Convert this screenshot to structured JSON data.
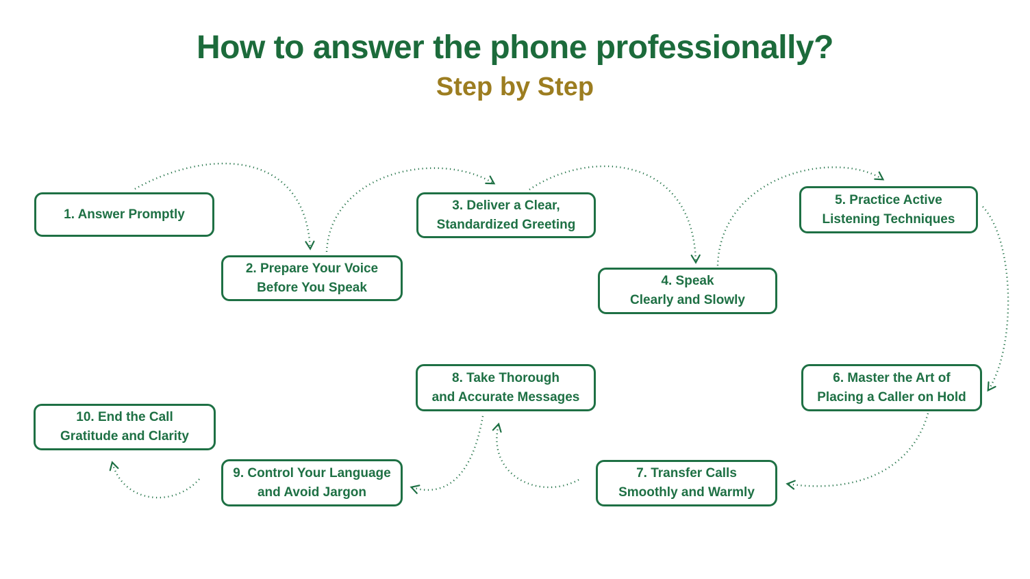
{
  "title": "How to answer the phone professionally?",
  "subtitle": "Step by Step",
  "colors": {
    "title_green": "#1c6b3b",
    "box_green": "#1e7044",
    "subtitle_gold": "#9c7d20",
    "background": "#ffffff"
  },
  "steps": [
    {
      "line1": "1. Answer Promptly",
      "line2": ""
    },
    {
      "line1": "2. Prepare Your Voice",
      "line2": "Before You Speak"
    },
    {
      "line1": "3. Deliver a Clear,",
      "line2": "Standardized Greeting"
    },
    {
      "line1": "4. Speak",
      "line2": "Clearly and Slowly"
    },
    {
      "line1": "5. Practice Active",
      "line2": "Listening Techniques"
    },
    {
      "line1": "6. Master the Art of",
      "line2": "Placing a Caller on Hold"
    },
    {
      "line1": "7. Transfer Calls",
      "line2": "Smoothly and Warmly"
    },
    {
      "line1": "8. Take Thorough",
      "line2": "and Accurate Messages"
    },
    {
      "line1": "9. Control Your Language",
      "line2": "and Avoid Jargon"
    },
    {
      "line1": "10. End the Call",
      "line2": "Gratitude and Clarity"
    }
  ],
  "connections": [
    {
      "from": 1,
      "to": 2
    },
    {
      "from": 2,
      "to": 3
    },
    {
      "from": 3,
      "to": 4
    },
    {
      "from": 4,
      "to": 5
    },
    {
      "from": 5,
      "to": 6
    },
    {
      "from": 6,
      "to": 7
    },
    {
      "from": 7,
      "to": 8
    },
    {
      "from": 8,
      "to": 9
    },
    {
      "from": 9,
      "to": 10
    }
  ]
}
